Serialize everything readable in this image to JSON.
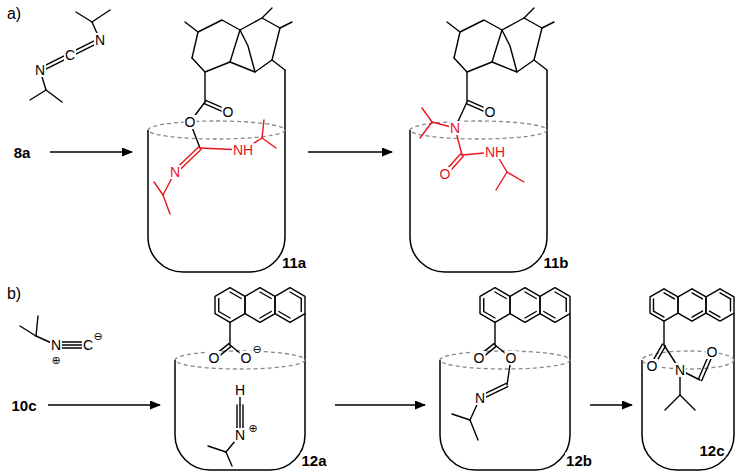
{
  "diagram": {
    "labels": [
      "a)",
      "N",
      "C",
      "N",
      "8a",
      "O",
      "O",
      "N",
      "NH",
      "11a",
      "O",
      "N",
      "O",
      "NH",
      "11b",
      "b)",
      "N",
      "⊕",
      "C",
      "⊖",
      "10c",
      "O",
      "O",
      "⊖",
      "H",
      "N",
      "⊕",
      "12a",
      "O",
      "O",
      "N",
      "12b",
      "O",
      "N",
      "O",
      "12c"
    ]
  }
}
